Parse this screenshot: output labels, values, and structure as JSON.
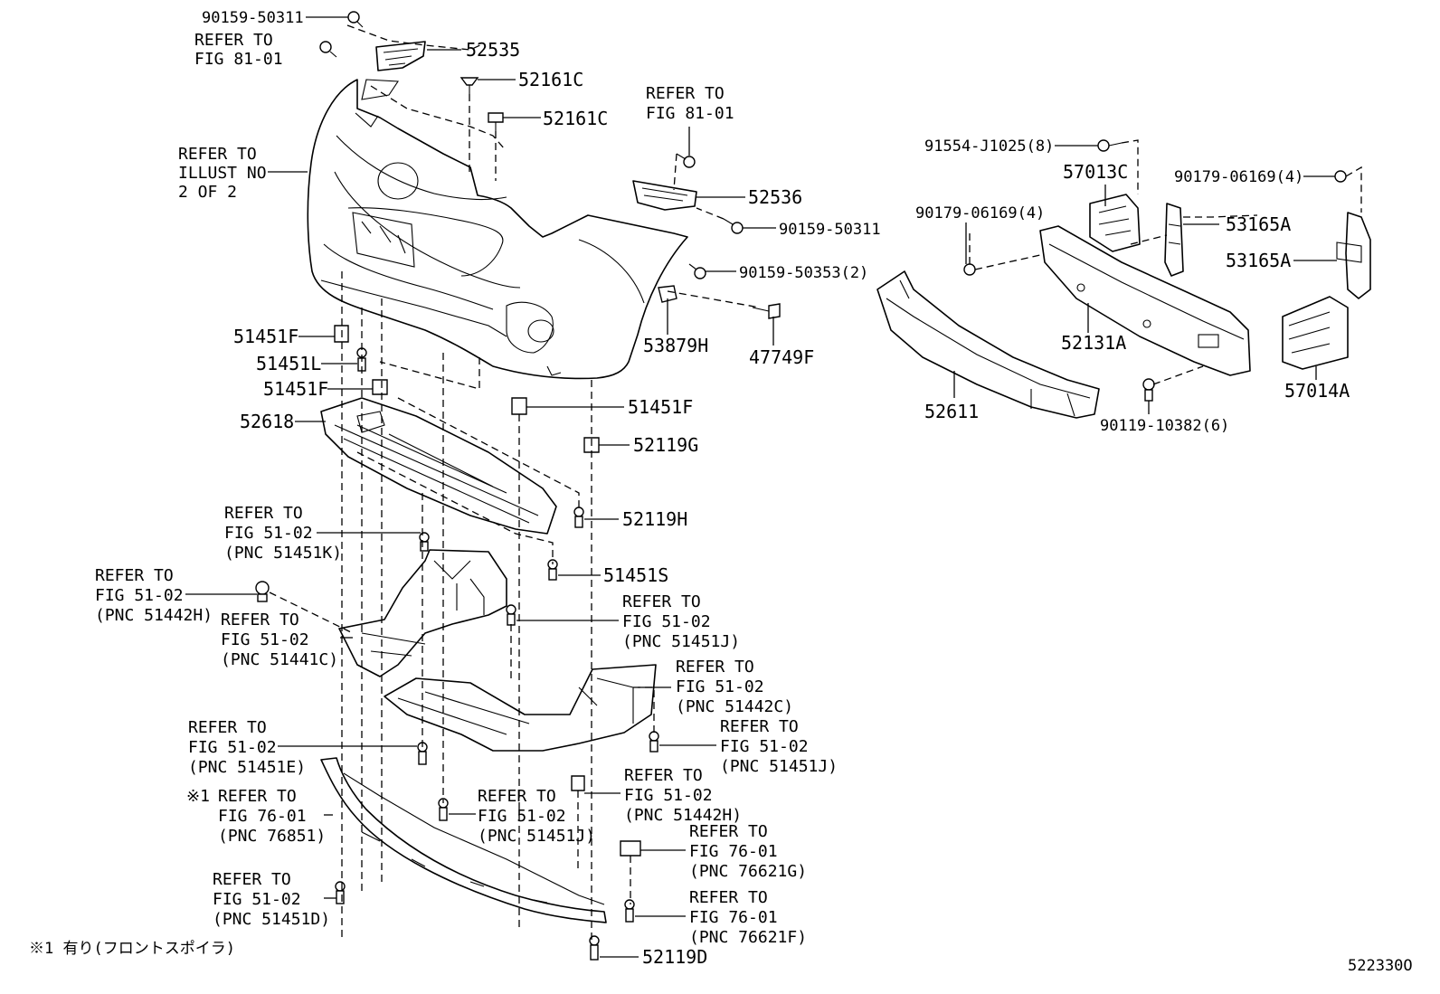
{
  "labels": {
    "p90159_50311_top": "90159-50311",
    "refer_fig8101_a_1": "REFER TO",
    "refer_fig8101_a_2": "FIG 81-01",
    "p52535": "52535",
    "p52161C_1": "52161C",
    "p52161C_2": "52161C",
    "refer_illust_1": "REFER TO",
    "refer_illust_2": "ILLUST NO",
    "refer_illust_3": "2 OF 2",
    "refer_fig8101_b_1": "REFER TO",
    "refer_fig8101_b_2": "FIG 81-01",
    "p52536": "52536",
    "p90159_50311_mid": "90159-50311",
    "p90159_50353": "90159-50353(2)",
    "p53879H": "53879H",
    "p47749F": "47749F",
    "p51451F_1": "51451F",
    "p51451L": "51451L",
    "p51451F_2": "51451F",
    "p51451F_3": "51451F",
    "p52618": "52618",
    "p52119G": "52119G",
    "p52119H": "52119H",
    "p51451S": "51451S",
    "r51451K_1": "REFER TO",
    "r51451K_2": "FIG 51-02",
    "r51451K_3": "(PNC 51451K)",
    "r51442H_a_1": "REFER TO",
    "r51442H_a_2": "FIG 51-02",
    "r51442H_a_3": "(PNC 51442H)",
    "r51441C_1": "REFER TO",
    "r51441C_2": "FIG 51-02",
    "r51441C_3": "(PNC 51441C)",
    "r51451J_a_1": "REFER TO",
    "r51451J_a_2": "FIG 51-02",
    "r51451J_a_3": "(PNC 51451J)",
    "r51442C_1": "REFER TO",
    "r51442C_2": "FIG 51-02",
    "r51442C_3": "(PNC 51442C)",
    "r51451J_b_1": "REFER TO",
    "r51451J_b_2": "FIG 51-02",
    "r51451J_b_3": "(PNC 51451J)",
    "r51451E_1": "REFER TO",
    "r51451E_2": "FIG 51-02",
    "r51451E_3": "(PNC 51451E)",
    "r51442H_b_1": "REFER TO",
    "r51442H_b_2": "FIG 51-02",
    "r51442H_b_3": "(PNC 51442H)",
    "r76851_mark": "※1",
    "r76851_1": "REFER TO",
    "r76851_2": "FIG 76-01",
    "r76851_3": "(PNC 76851)",
    "r51451J_c_1": "REFER TO",
    "r51451J_c_2": "FIG 51-02",
    "r51451J_c_3": "(PNC 51451J)",
    "r76621G_1": "REFER TO",
    "r76621G_2": "FIG 76-01",
    "r76621G_3": "(PNC 76621G)",
    "r51451D_1": "REFER TO",
    "r51451D_2": "FIG 51-02",
    "r51451D_3": "(PNC 51451D)",
    "r76621F_1": "REFER TO",
    "r76621F_2": "FIG 76-01",
    "r76621F_3": "(PNC 76621F)",
    "p52119D": "52119D",
    "p91554": "91554-J1025(8)",
    "p57013C": "57013C",
    "p90179_a": "90179-06169(4)",
    "p90179_b": "90179-06169(4)",
    "p53165A_1": "53165A",
    "p53165A_2": "53165A",
    "p52131A": "52131A",
    "p52611": "52611",
    "p90119": "90119-10382(6)",
    "p57014A": "57014A",
    "footnote": "※1 有り(フロントスポイラ)",
    "figure_code": "522330O"
  }
}
